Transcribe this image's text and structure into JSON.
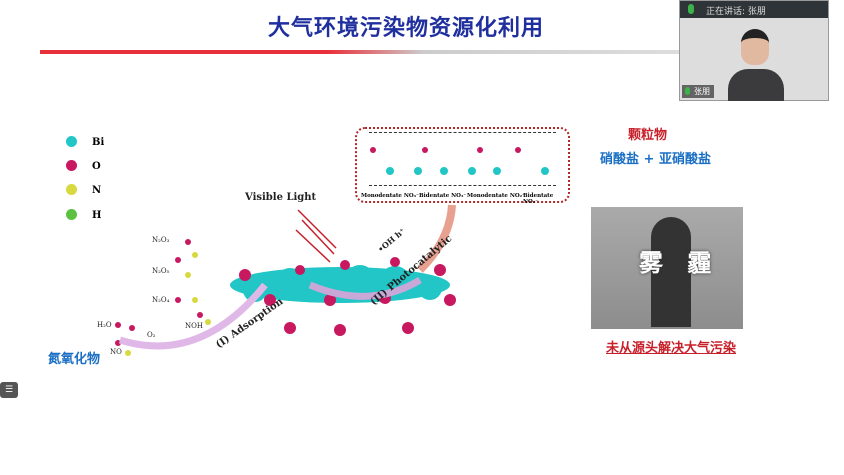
{
  "slide": {
    "title": "大气环境污染物资源化利用"
  },
  "video": {
    "speaking_label": "正在讲话:",
    "speaker": "张朋",
    "name_tag": "张朋"
  },
  "legend": [
    {
      "label": "Bi",
      "color": "#22c6c6"
    },
    {
      "label": "O",
      "color": "#c8185f"
    },
    {
      "label": "N",
      "color": "#d8d840"
    },
    {
      "label": "H",
      "color": "#5cc040"
    }
  ],
  "diagram": {
    "visible_light": "Visible Light",
    "adsorption": "(I) Adsorption",
    "photocatalytic": "(II) Photocatalytic",
    "radicals": "•OH  h⁺",
    "species": [
      "N₂O₃",
      "N₂O₅",
      "N₂O₄",
      "NOH",
      "H₂O",
      "O₂",
      "NO"
    ],
    "box_labels": [
      "Monodentate NO₃⁻",
      "Bidentate NO₃⁻",
      "Monodentate NO₂⁻",
      "Bidentate NO₂⁻"
    ]
  },
  "left_label": "氮氧化物",
  "right": {
    "particulate": "颗粒物",
    "salts": "硝酸盐 + 亚硝酸盐",
    "haze": "雾 霾",
    "conclusion": "未从源头解决大气污染"
  },
  "sidebar_icon": "list-icon"
}
